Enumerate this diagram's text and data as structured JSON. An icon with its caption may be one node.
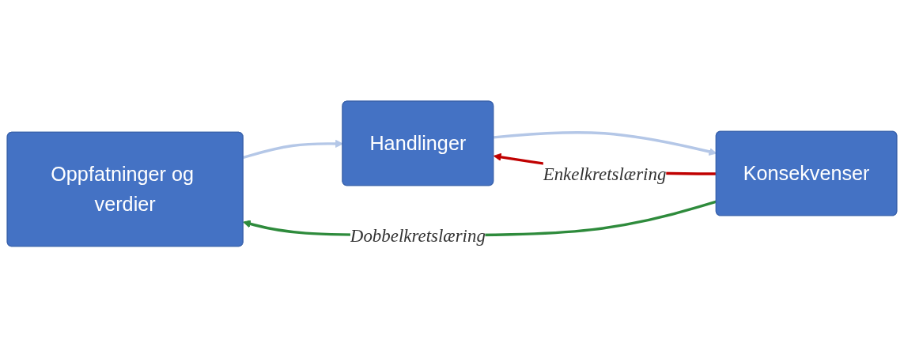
{
  "diagram": {
    "nodes": [
      {
        "text": [
          "Oppfatninger og verdier"
        ]
      },
      {
        "text": [
          "Handlinger"
        ]
      },
      {
        "text": [
          "Konsekvenser"
        ]
      }
    ],
    "edges": [
      {
        "from": 0,
        "to": 1,
        "arrow": "to",
        "color": "#b4c7e7"
      },
      {
        "from": 1,
        "to": 2,
        "arrow": "to",
        "color": "#b4c7e7"
      },
      {
        "from": 2,
        "to": 1,
        "arrow": "to",
        "label": "Enkelkretslæring",
        "color": "#c00000"
      },
      {
        "from": 2,
        "to": 0,
        "arrow": "to",
        "label": "Dobbelkretslæring",
        "color": "#2e8b3c"
      }
    ]
  }
}
